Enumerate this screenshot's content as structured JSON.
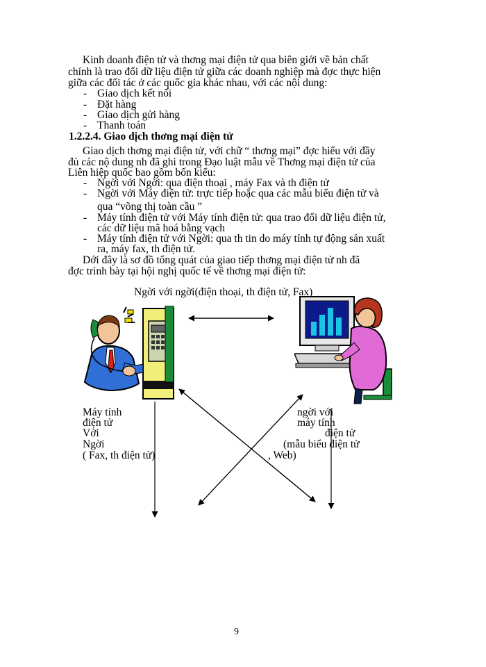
{
  "intro": {
    "line1": "Kinh doanh điện tử và thơng   mại điện tử qua biên giới về bản chất",
    "line2": "chính là trao đổi dữ liệu điện tử giữa các doanh nghiệp mà đợc   thực hiện",
    "line3": "giữa các đối tác ở các quốc gia khác nhau, với các nội dung:"
  },
  "list1": [
    "Giao dịch kết nối",
    "Đặt hàng",
    "Giao dịch gửi hàng",
    "Thanh toán"
  ],
  "heading": "1.2.2.4. Giao dịch thơng   mại điện tử",
  "para2": {
    "line1": "Giao dịch thơng   mại điện tử, với chữ “ thơng   mại” đợc   hiểu với đầy",
    "line2": "đủ các nộ dung nh   đã ghi trong Đạo luật mẫu về Thơng   mại điện tử của",
    "line3": "Liên hiệp quốc bao gồm bốn kiểu:"
  },
  "list2": {
    "item1": "Ngời   với Ngời:   qua điện thoại , máy Fax và th   điện tử",
    "item2a": "Ngời   với Máy điện tử: trực tiếp hoặc qua các mẫu biểu điện tử và",
    "item2b": "qua “võng thị toàn cầu ”",
    "item3a": "Máy tính điện tử với Máy tính điện tử: qua trao đổi dữ liệu điện tử,",
    "item3b": "các dữ liệu mã hoá bằng vạch",
    "item4a": "Máy tính điện tử với Ngời:   qua th   tin do máy tính tự động sản xuất",
    "item4b": "ra, máy fax, th   điện tử."
  },
  "para3": {
    "line1": "Dới   đây là sơ đồ tổng quát của giao tiếp thơng   mại điện tử nh   đã",
    "line2": "đợc   trình bày tại hội nghị quốc tế về thơng   mại điện tử:"
  },
  "diagram": {
    "top_label": "Ngời   với ngời(điện   thoại, th   điện tử, Fax)",
    "left_label": [
      "Máy tính",
      "điện tử",
      "Với",
      "Ngời",
      "( Fax, th   điện tử)"
    ],
    "right_label": [
      "ngời   với",
      "máy tính",
      "điện tử",
      "(mẫu biểu điện tử",
      ", Web)"
    ]
  },
  "page_number": "9"
}
